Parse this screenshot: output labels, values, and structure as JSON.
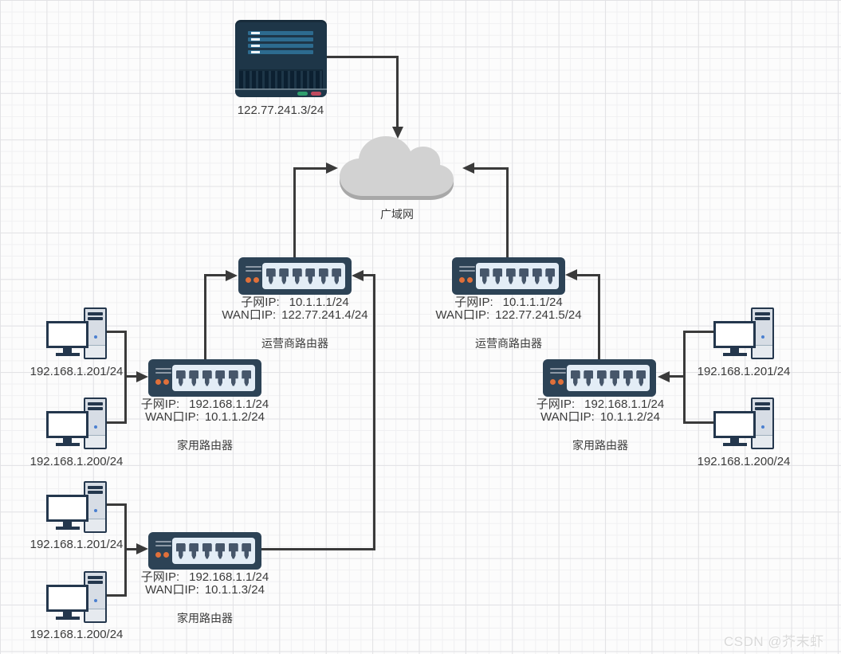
{
  "cloud": {
    "label": "广域网"
  },
  "server": {
    "ip": "122.77.241.3/24"
  },
  "routers": [
    {
      "subnet_label": "子网IP:",
      "subnet_ip": "10.1.1.1/24",
      "wan_label": "WAN口IP:",
      "wan_ip": "122.77.241.4/24",
      "name": "运营商路由器"
    },
    {
      "subnet_label": "子网IP:",
      "subnet_ip": "10.1.1.1/24",
      "wan_label": "WAN口IP:",
      "wan_ip": "122.77.241.5/24",
      "name": "运营商路由器"
    },
    {
      "subnet_label": "子网IP:",
      "subnet_ip": "192.168.1.1/24",
      "wan_label": "WAN口IP:",
      "wan_ip": "10.1.1.2/24",
      "name": "家用路由器"
    },
    {
      "subnet_label": "子网IP:",
      "subnet_ip": "192.168.1.1/24",
      "wan_label": "WAN口IP:",
      "wan_ip": "10.1.1.3/24",
      "name": "家用路由器"
    },
    {
      "subnet_label": "子网IP:",
      "subnet_ip": "192.168.1.1/24",
      "wan_label": "WAN口IP:",
      "wan_ip": "10.1.1.2/24",
      "name": "家用路由器"
    }
  ],
  "pcs": [
    {
      "ip": "192.168.1.201/24"
    },
    {
      "ip": "192.168.1.200/24"
    },
    {
      "ip": "192.168.1.201/24"
    },
    {
      "ip": "192.168.1.200/24"
    },
    {
      "ip": "192.168.1.201/24"
    },
    {
      "ip": "192.168.1.200/24"
    }
  ],
  "watermark": "CSDN @芥末虾",
  "colors": {
    "line": "#3a3a3a",
    "router_body": "#2d4356",
    "port_panel": "#e3edf6",
    "port": "#46566a",
    "accent_orange": "#e0703a",
    "server_body": "#1e3648",
    "server_bar": "#2d6b8f",
    "led_green": "#2f9e6e",
    "led_red": "#bf4a5f",
    "cloud_fill": "#d2d2d2",
    "cloud_shadow": "#a8a8a8",
    "text": "#3b3b3b",
    "watermark_gray": "#d9d9d9"
  }
}
